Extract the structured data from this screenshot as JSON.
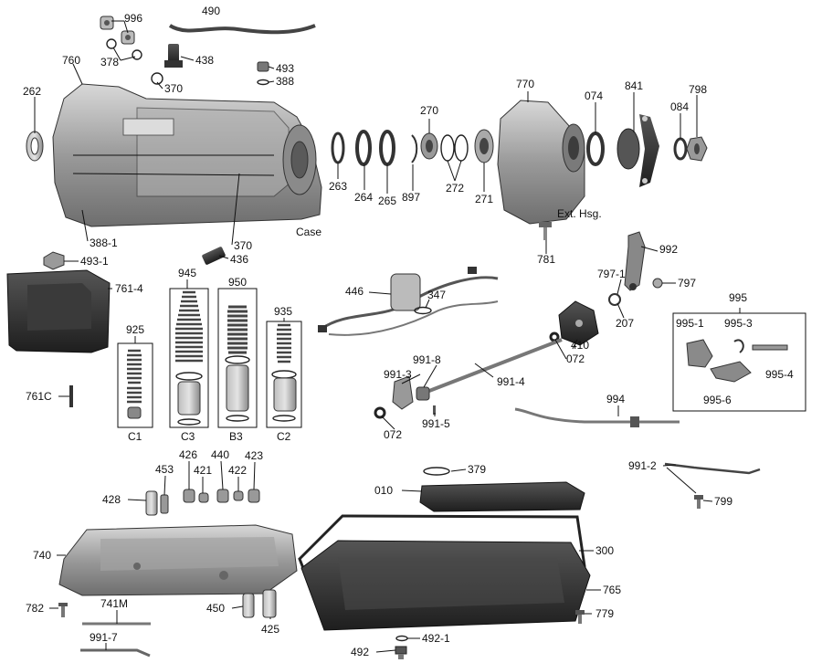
{
  "labels": {
    "p996": "996",
    "p490": "490",
    "p760": "760",
    "p378": "378",
    "p438": "438",
    "p370a": "370",
    "p493": "493",
    "p388": "388",
    "p262": "262",
    "case": "Case",
    "p388_1": "388-1",
    "p370b": "370",
    "p436": "436",
    "p493_1": "493-1",
    "p263": "263",
    "p264": "264",
    "p265": "265",
    "p897": "897",
    "p270": "270",
    "p272": "272",
    "p271": "271",
    "p770": "770",
    "p074": "074",
    "p841": "841",
    "p084": "084",
    "p798": "798",
    "ext_hsg": "Ext. Hsg.",
    "p781": "781",
    "p992": "992",
    "p797_1": "797-1",
    "p797": "797",
    "p207": "207",
    "p410": "410",
    "p072a": "072",
    "p446": "446",
    "p347": "347",
    "p991_8": "991-8",
    "p991_3": "991-3",
    "p991_4": "991-4",
    "p991_5": "991-5",
    "p072b": "072",
    "p995": "995",
    "p995_1": "995-1",
    "p995_3": "995-3",
    "p995_4": "995-4",
    "p995_6": "995-6",
    "p994": "994",
    "p761_4": "761-4",
    "p945": "945",
    "p950": "950",
    "p935": "935",
    "p925": "925",
    "c1": "C1",
    "c3": "C3",
    "b3": "B3",
    "c2": "C2",
    "p761c": "761C",
    "p426": "426",
    "p440": "440",
    "p423": "423",
    "p453": "453",
    "p421": "421",
    "p422": "422",
    "p428": "428",
    "p379": "379",
    "p010": "010",
    "p991_2": "991-2",
    "p799": "799",
    "p740": "740",
    "p300": "300",
    "p765": "765",
    "p782": "782",
    "p741m": "741M",
    "p450": "450",
    "p779": "779",
    "p425": "425",
    "p991_7": "991-7",
    "p492_1": "492-1",
    "p492": "492"
  },
  "colors": {
    "part_dark": "#3a3a3a",
    "part_mid": "#8c8c8c",
    "part_light": "#c9c9c9",
    "line": "#111111"
  }
}
